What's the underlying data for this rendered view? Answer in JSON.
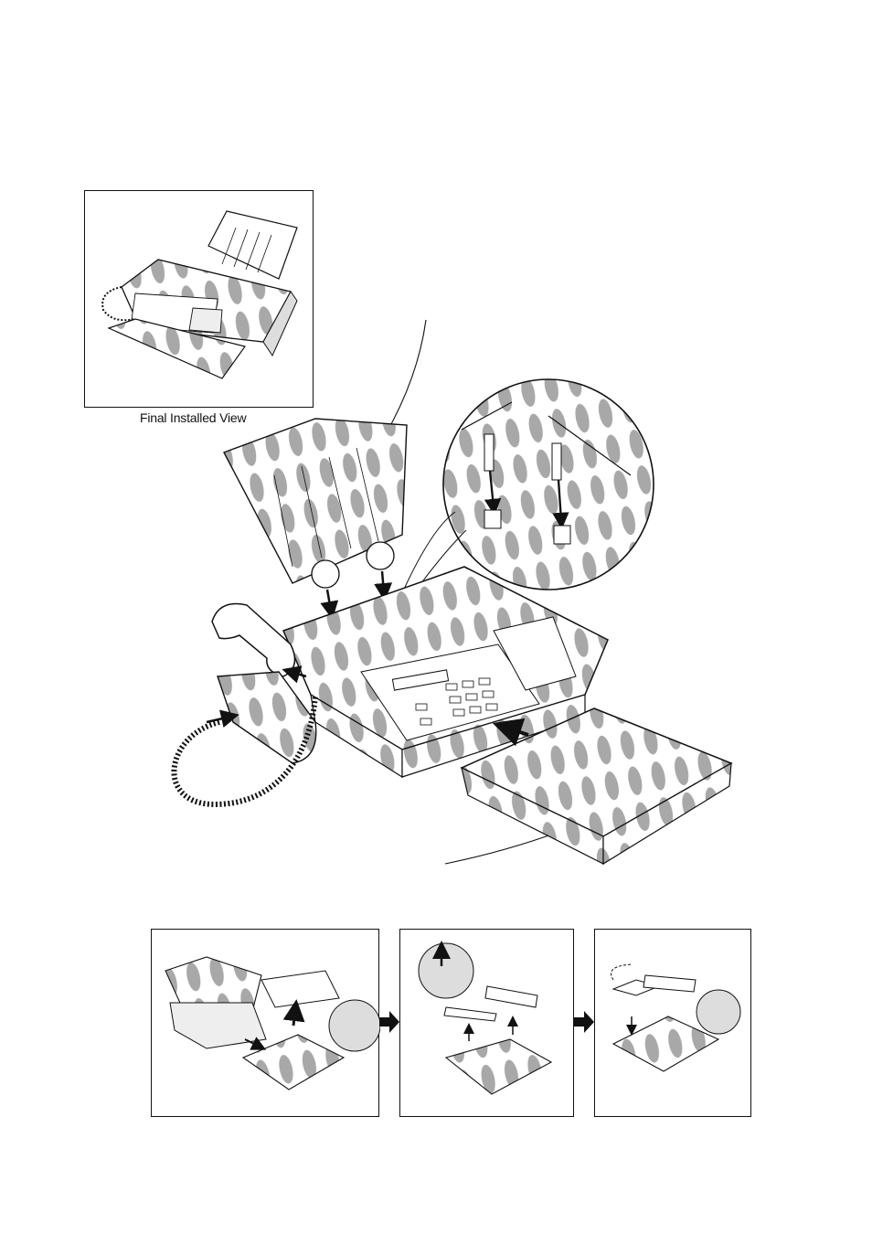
{
  "inset": {
    "caption": "Final Installed View"
  },
  "figure": {
    "main_illustration": "fax-machine-installation",
    "steps": [
      "step-1-remove-tray",
      "step-2-detach-cover",
      "step-3-attach-cover"
    ]
  },
  "colors": {
    "ink": "#111111",
    "shade": "#8a8a8a",
    "paper": "#ffffff"
  }
}
